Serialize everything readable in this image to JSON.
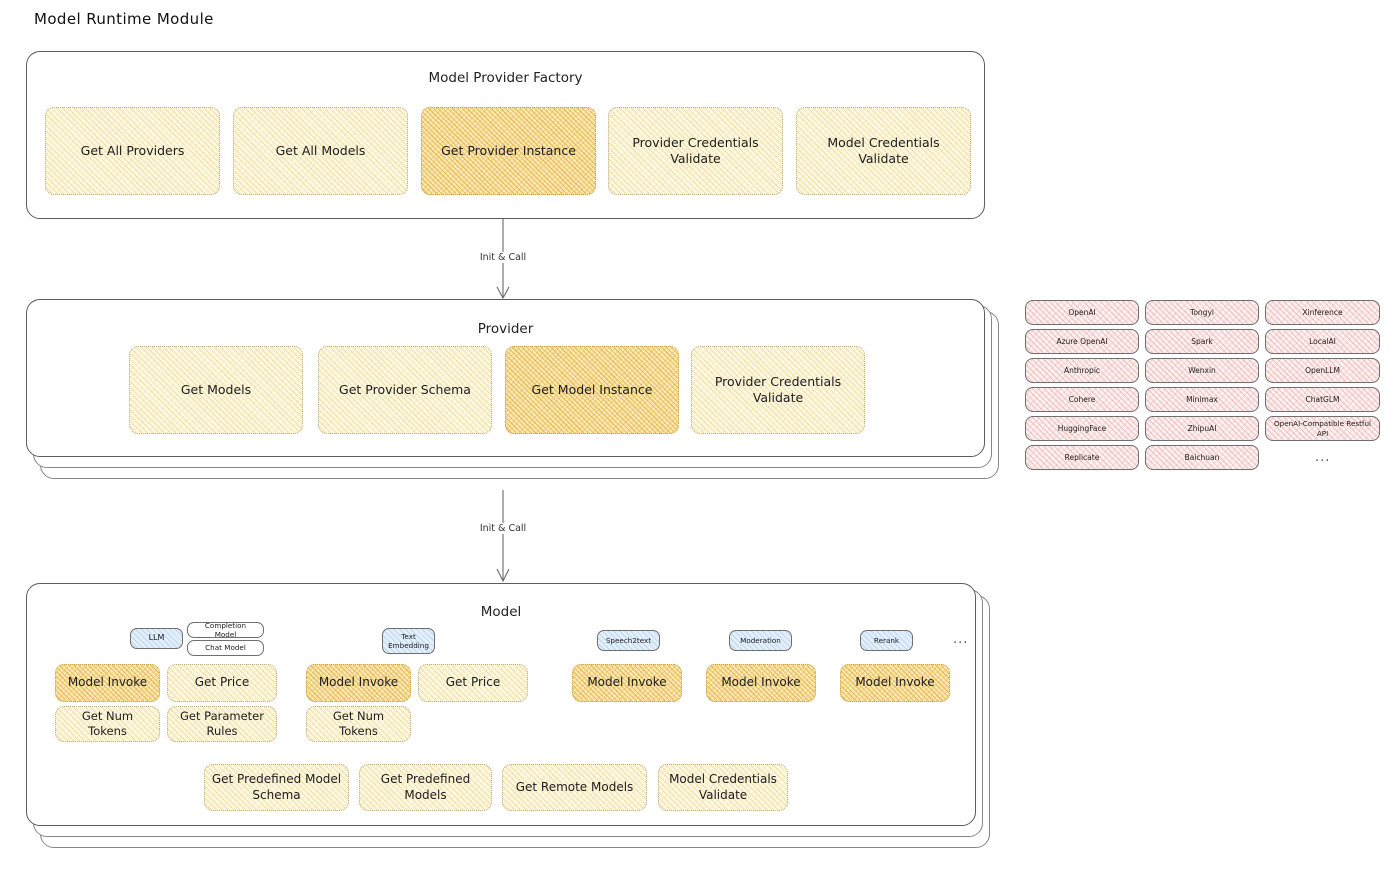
{
  "page": {
    "title": "Model Runtime Module"
  },
  "arrows": [
    {
      "label": "Init & Call"
    },
    {
      "label": "Init & Call"
    }
  ],
  "factory": {
    "title": "Model Provider Factory",
    "boxes": [
      {
        "label": "Get All Providers",
        "highlight": false
      },
      {
        "label": "Get All Models",
        "highlight": false
      },
      {
        "label": "Get Provider Instance",
        "highlight": true
      },
      {
        "label": "Provider Credentials Validate",
        "highlight": false
      },
      {
        "label": "Model Credentials Validate",
        "highlight": false
      }
    ]
  },
  "provider": {
    "title": "Provider",
    "boxes": [
      {
        "label": "Get Models",
        "highlight": false
      },
      {
        "label": "Get Provider Schema",
        "highlight": false
      },
      {
        "label": "Get Model Instance",
        "highlight": true
      },
      {
        "label": "Provider Credentials Validate",
        "highlight": false
      }
    ]
  },
  "provider_list": {
    "columns": [
      [
        "OpenAI",
        "Azure OpenAI",
        "Anthropic",
        "Cohere",
        "HuggingFace",
        "Replicate"
      ],
      [
        "Tongyi",
        "Spark",
        "Wenxin",
        "Minimax",
        "ZhipuAI",
        "Baichuan"
      ],
      [
        "Xinference",
        "LocalAI",
        "OpenLLM",
        "ChatGLM",
        "OpenAI-Compatible Restful API"
      ]
    ],
    "more": "..."
  },
  "model": {
    "title": "Model",
    "more": "...",
    "types": [
      {
        "name": "LLM",
        "subtypes": [
          "Completion Model",
          "Chat Model"
        ],
        "methods": [
          {
            "label": "Model Invoke",
            "highlight": true
          },
          {
            "label": "Get Price",
            "highlight": false
          },
          {
            "label": "Get Num Tokens",
            "highlight": false
          },
          {
            "label": "Get Parameter Rules",
            "highlight": false
          }
        ]
      },
      {
        "name": "Text Embedding",
        "subtypes": [],
        "methods": [
          {
            "label": "Model Invoke",
            "highlight": true
          },
          {
            "label": "Get Price",
            "highlight": false
          },
          {
            "label": "Get Num Tokens",
            "highlight": false
          }
        ]
      },
      {
        "name": "Speech2text",
        "subtypes": [],
        "methods": [
          {
            "label": "Model Invoke",
            "highlight": true
          }
        ]
      },
      {
        "name": "Moderation",
        "subtypes": [],
        "methods": [
          {
            "label": "Model Invoke",
            "highlight": true
          }
        ]
      },
      {
        "name": "Rerank",
        "subtypes": [],
        "methods": [
          {
            "label": "Model Invoke",
            "highlight": true
          }
        ]
      }
    ],
    "common_methods": [
      {
        "label": "Get Predefined Model Schema"
      },
      {
        "label": "Get Predefined Models"
      },
      {
        "label": "Get Remote Models"
      },
      {
        "label": "Model Credentials Validate"
      }
    ]
  },
  "colors": {
    "pale_fill": "#fdf8e3",
    "amber_fill": "#fbe9b8",
    "pink_fill": "#fdf0f0",
    "blue_fill": "#e3effa",
    "stroke": "#5c5c5c"
  }
}
